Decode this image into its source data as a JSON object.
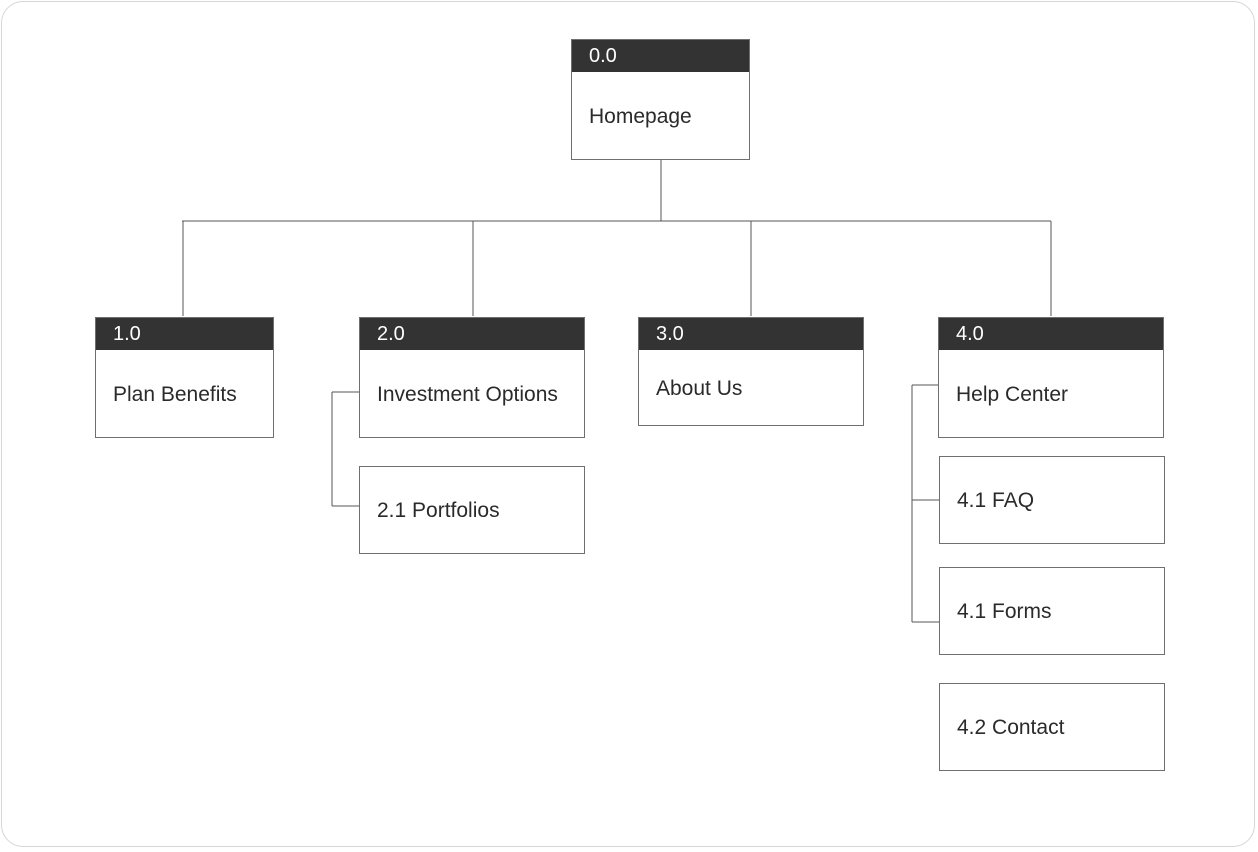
{
  "sitemap": {
    "root": {
      "number": "0.0",
      "title": "Homepage"
    },
    "sections": [
      {
        "number": "1.0",
        "title": "Plan Benefits"
      },
      {
        "number": "2.0",
        "title": "Investment Options",
        "children": [
          "2.1 Portfolios"
        ]
      },
      {
        "number": "3.0",
        "title": "About Us"
      },
      {
        "number": "4.0",
        "title": "Help Center",
        "children": [
          "4.1 FAQ",
          "4.1 Forms",
          "4.2 Contact"
        ]
      }
    ]
  },
  "colors": {
    "header_fill": "#333333",
    "header_text": "#ffffff",
    "border": "#6f6f6f",
    "connector": "#555555",
    "label_text": "#2a2a2a"
  }
}
